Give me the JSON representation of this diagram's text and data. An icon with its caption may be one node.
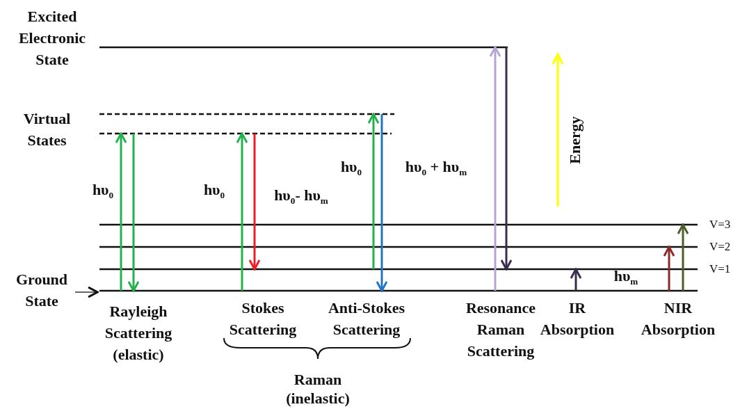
{
  "diagram": {
    "nodes": [
      {
        "text": [
          "Ground State"
        ]
      },
      {
        "text": [],
        "shape": "line"
      },
      {
        "text": [],
        "shape": "line",
        "beside": [
          "V=1"
        ]
      },
      {
        "text": [],
        "shape": "line",
        "beside": [
          "V=2"
        ]
      },
      {
        "text": [],
        "shape": "line",
        "beside": [
          "V=3"
        ]
      },
      {
        "text": [],
        "shape": "line"
      },
      {
        "text": [],
        "shape": "line"
      },
      {
        "text": [],
        "shape": "line"
      }
    ],
    "edges": [
      {
        "from": 0,
        "to": 1,
        "arrow": "to",
        "color": "#111111"
      },
      {
        "from": 1,
        "to": 5,
        "arrow": "to"
      },
      {
        "from": 5,
        "to": 1,
        "arrow": "to"
      },
      {
        "from": 1,
        "to": 5,
        "arrow": "to"
      },
      {
        "from": 5,
        "to": 2,
        "arrow": "to",
        "color": "#ee1c24"
      },
      {
        "from": 2,
        "to": 6,
        "arrow": "to"
      },
      {
        "from": 6,
        "to": 1,
        "arrow": "to",
        "color": "#1f74c6"
      },
      {
        "from": 1,
        "to": 7,
        "arrow": "to",
        "color": "#b7a4d6"
      },
      {
        "from": 7,
        "to": 2,
        "arrow": "to",
        "color": "#3a2c4c"
      },
      {
        "from": 1,
        "to": 2,
        "arrow": "to",
        "color": "#3a2c4c"
      },
      {
        "from": 1,
        "to": 3,
        "arrow": "to",
        "color": "#8b2a2a"
      },
      {
        "from": 1,
        "to": 4,
        "arrow": "to",
        "color": "#4b5e2a"
      }
    ],
    "labels": [
      "Excited Electronic State",
      "Virtual States",
      "Energy",
      "hυ$_{0}$",
      "hυ$_{0}$ + hυ$_{m}$",
      "hυ$_{0}$",
      "hυ$_{0}$",
      "hυ$_{0}$- hυ$_{m}$",
      "hυ$_{m}$",
      "Rayleigh Scattering (elastic)",
      "Stokes Scattering",
      "Anti-Stokes Scattering",
      "Resonance Raman Scattering",
      "IR Absorption",
      "NIR Absorption",
      "Raman (inelastic)"
    ]
  }
}
